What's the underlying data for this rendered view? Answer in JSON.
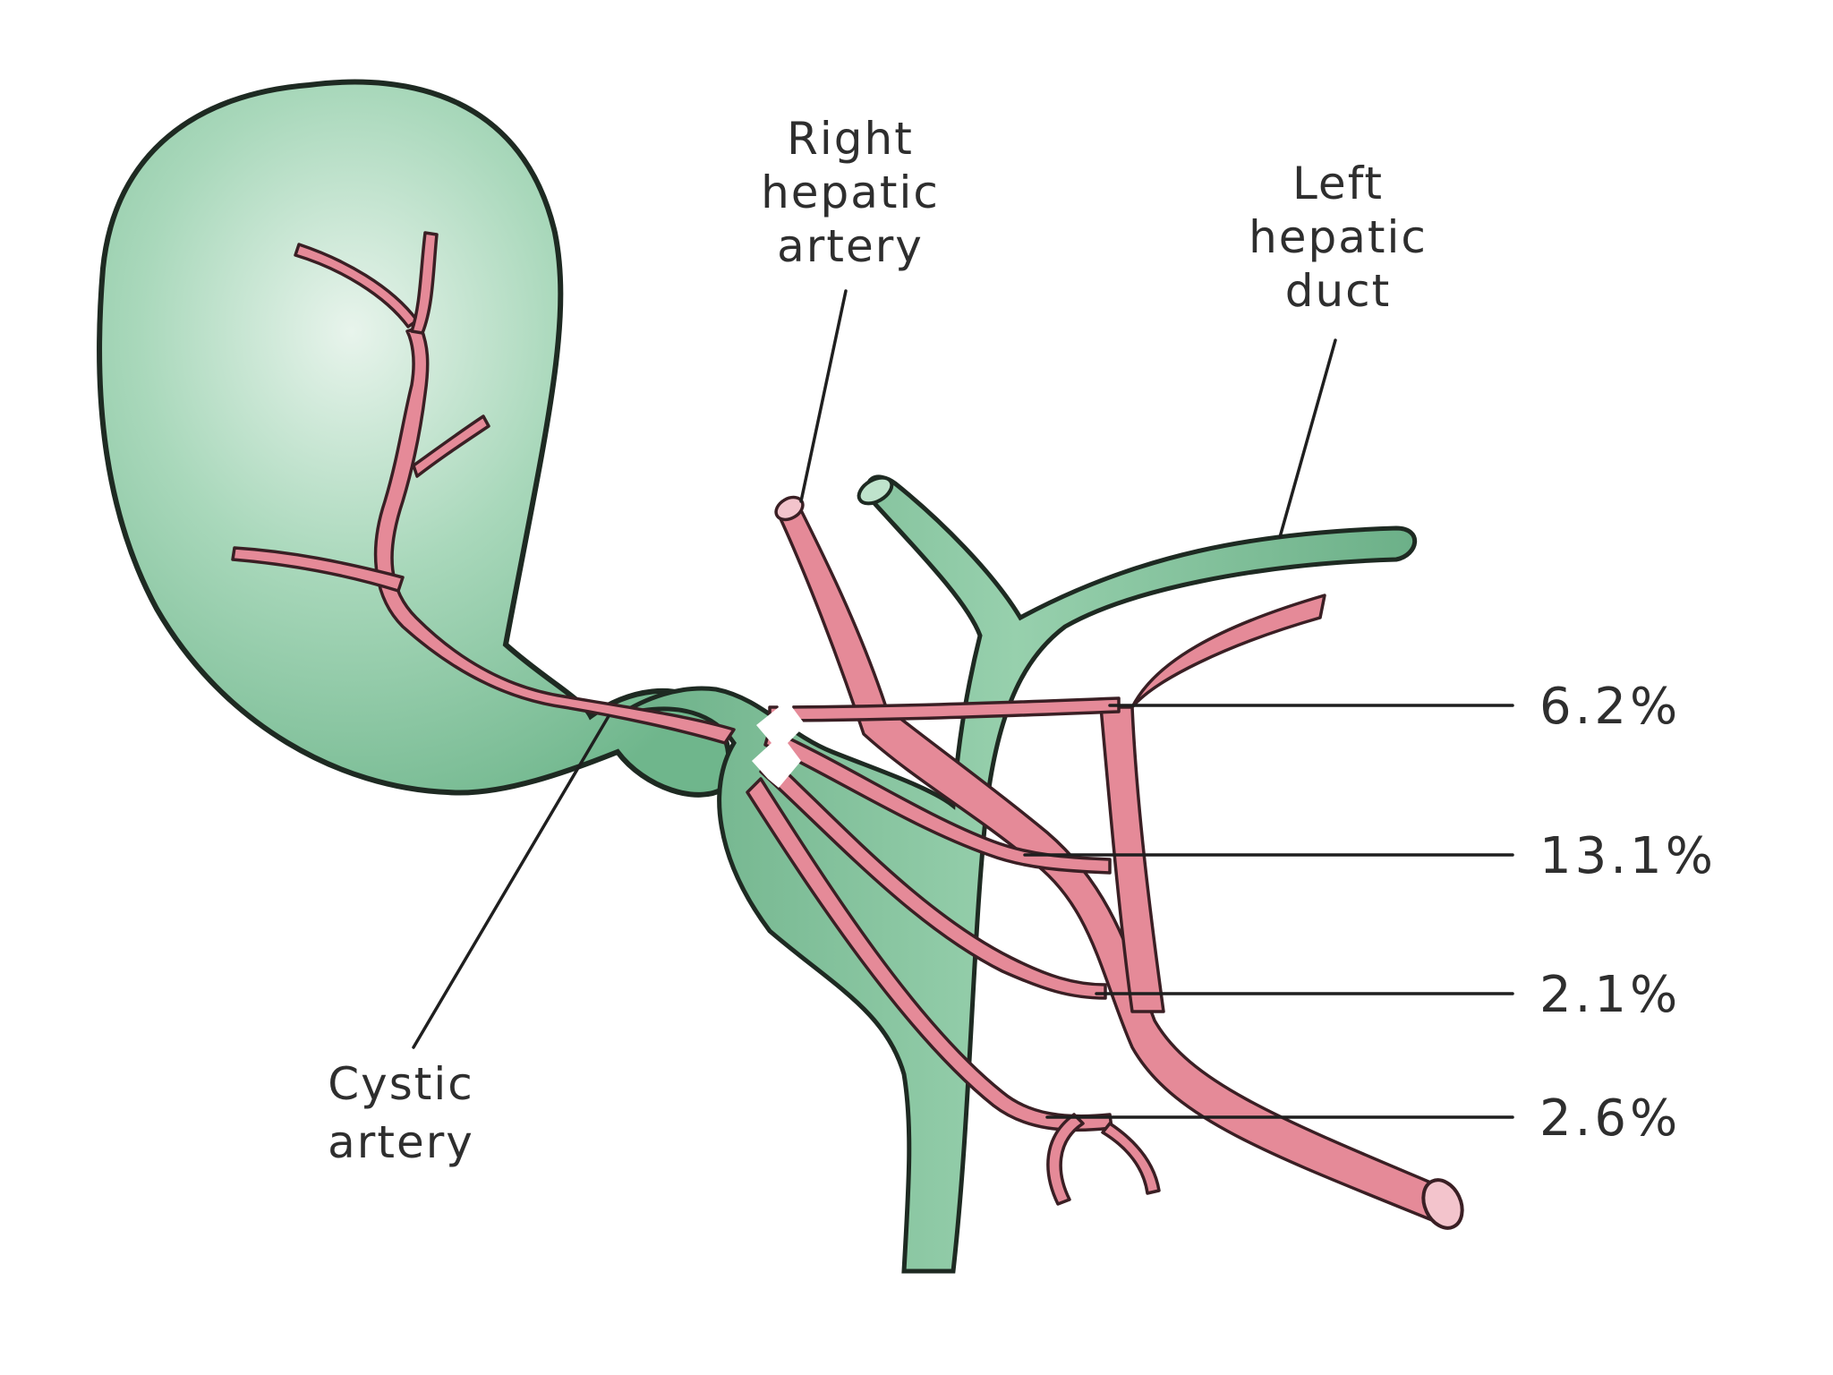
{
  "labels": {
    "right_hepatic_artery": [
      "Right",
      "hepatic",
      "artery"
    ],
    "left_hepatic_duct": [
      "Left",
      "hepatic",
      "duct"
    ],
    "cystic_artery": [
      "Cystic",
      "artery"
    ]
  },
  "variants": [
    {
      "percent": "6.2%"
    },
    {
      "percent": "13.1%"
    },
    {
      "percent": "2.1%"
    },
    {
      "percent": "2.6%"
    }
  ],
  "colors": {
    "background": "#ffffff",
    "gallbladder_fill": "#8fcaa8",
    "duct_fill": "#7ebf98",
    "artery_fill": "#e58a98",
    "outline": "#1e2a22",
    "text": "#2e2e2e"
  }
}
